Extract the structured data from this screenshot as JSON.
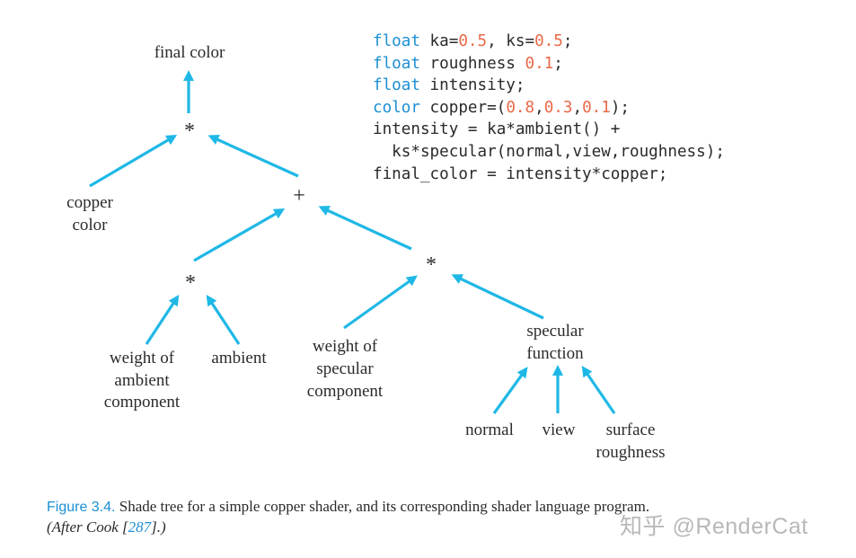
{
  "tree": {
    "root_label": "final color",
    "root_op": "*",
    "copper_label_line1": "copper",
    "copper_label_line2": "color",
    "plus_op": "+",
    "left_mult_op": "*",
    "right_mult_op": "*",
    "weight_ambient_line1": "weight of",
    "weight_ambient_line2": "ambient",
    "weight_ambient_line3": "component",
    "ambient_label": "ambient",
    "weight_specular_line1": "weight of",
    "weight_specular_line2": "specular",
    "weight_specular_line3": "component",
    "specular_line1": "specular",
    "specular_line2": "function",
    "normal_label": "normal",
    "view_label": "view",
    "surface_line1": "surface",
    "surface_line2": "roughness",
    "edge_color": "#1fb8e6"
  },
  "code": {
    "line1": {
      "kw": "float",
      "a": " ka=",
      "n1": "0.5",
      "b": ", ks=",
      "n2": "0.5",
      "c": ";"
    },
    "line2": {
      "kw": "float",
      "a": " roughness ",
      "n1": "0.1",
      "b": ";"
    },
    "line3": {
      "kw": "float",
      "a": " intensity;"
    },
    "line4": {
      "kw": "color",
      "a": " copper=(",
      "n1": "0.8",
      "b": ",",
      "n2": "0.3",
      "c": ",",
      "n3": "0.1",
      "d": ");"
    },
    "line5": "intensity = ka*ambient() +",
    "line6": "  ks*specular(normal,view,roughness);",
    "line7": "final_color = intensity*copper;",
    "keyword_color": "#1c8fd3",
    "number_color": "#e8694a"
  },
  "caption": {
    "label": "Figure 3.4.",
    "text": " Shade tree for a simple copper shader, and its corresponding shader language program.",
    "line2_pre": "(After Cook [",
    "cite": "287",
    "line2_post": "].)"
  },
  "watermark": "知乎 @RenderCat"
}
